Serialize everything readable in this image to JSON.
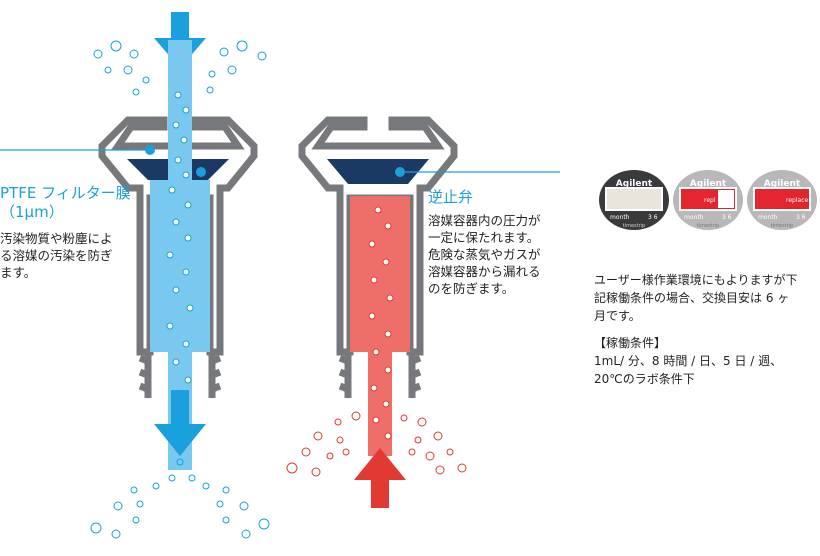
{
  "colors": {
    "accent_blue": "#1aa0dc",
    "flow_light_blue": "#79c8ef",
    "flow_red": "#ee6f6a",
    "arrow_red": "#e23a33",
    "body_gray": "#77787b",
    "dark_navy": "#1a3a64",
    "text": "#231f20"
  },
  "ptfe": {
    "title": "PTFE フィルター膜\n（1μm）",
    "description": "汚染物質や粉塵によ\nる溶媒の汚染を防ぎ\nます。"
  },
  "check_valve": {
    "title": "逆止弁",
    "description": "溶媒容器内の圧力が\n一定に保たれます。\n危険な蒸気やガスが\n溶媒容器から漏れる\nのを防ぎます。"
  },
  "indicators": [
    {
      "state": "new",
      "brand": "Agilent",
      "label": "month",
      "ticks": "3    6",
      "footer": "timestrip"
    },
    {
      "state": "partial",
      "brand": "Agilent",
      "label": "month",
      "bar_text": "repl",
      "ticks": "3  6",
      "footer": "timestrip"
    },
    {
      "state": "expired",
      "brand": "Agilent",
      "label": "month",
      "bar_text": "replace",
      "ticks": "3    6",
      "footer": "timestrip"
    }
  ],
  "replacement_note": "ユーザー様作業環境にもよりますが下\n記稼働条件の場合、交換目安は 6 ヶ\n月です。",
  "operating_conditions": {
    "title": "【稼働条件】",
    "text": "1mL/ 分、8 時間 / 日、5 日 / 週、\n20℃のラボ条件下"
  }
}
